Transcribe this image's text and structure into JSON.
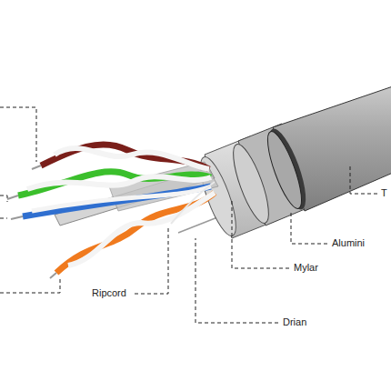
{
  "diagram": {
    "labels": [
      "Ripcord",
      "Drian",
      "Mylar",
      "Alumini",
      "T"
    ]
  }
}
